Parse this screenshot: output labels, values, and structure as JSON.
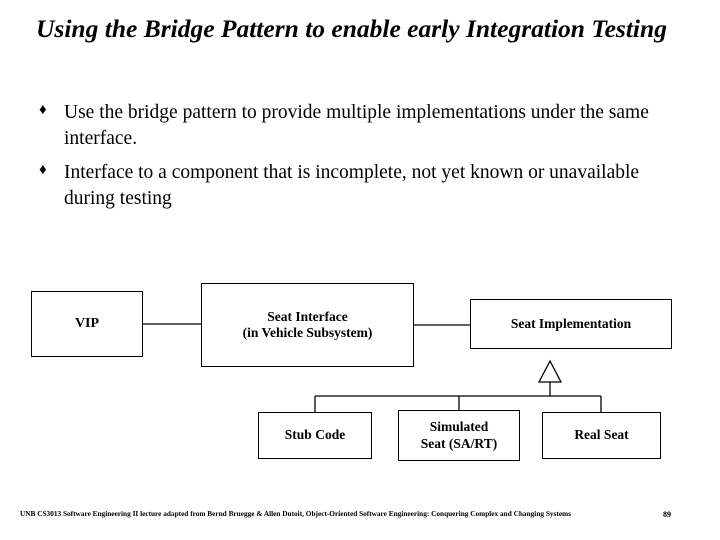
{
  "slide": {
    "title": "Using the Bridge Pattern to enable early Integration Testing",
    "bullet_marker": "♦",
    "bullets": [
      "Use the bridge pattern to provide multiple implementations under the same interface.",
      "Interface to a component that is incomplete, not yet known or unavailable during testing"
    ],
    "diagram": {
      "boxes": [
        {
          "id": "vip",
          "label": "VIP"
        },
        {
          "id": "seat-interface",
          "label": "Seat Interface\n(in Vehicle Subsystem)",
          "line1": "Seat Interface",
          "line2": "(in Vehicle Subsystem)"
        },
        {
          "id": "seat-implementation",
          "label": "Seat Implementation"
        },
        {
          "id": "stub-code",
          "label": "Stub Code"
        },
        {
          "id": "simulated-seat",
          "line1": "Simulated",
          "line2": "Seat (SA/RT)"
        },
        {
          "id": "real-seat",
          "label": "Real Seat"
        }
      ]
    },
    "footer": "UNB CS3013 Software Engineering II lecture adapted from Bernd Bruegge & Allen Dutoit, Object-Oriented Software Engineering: Conquering Complex and Changing Systems",
    "page_number": "89"
  }
}
